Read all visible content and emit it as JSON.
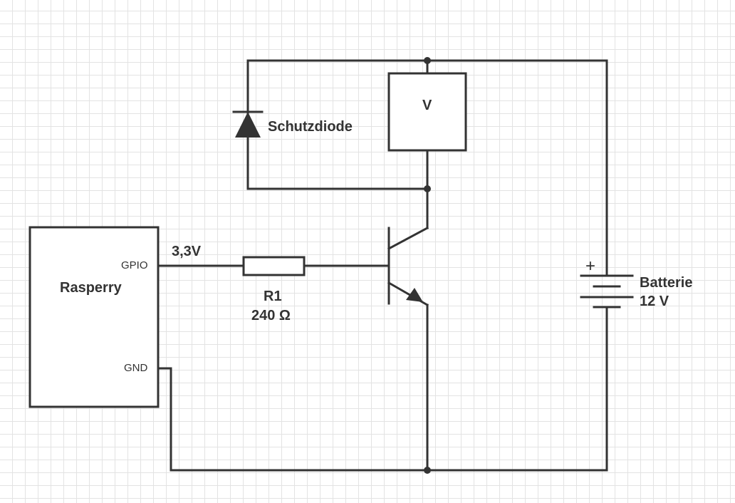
{
  "diagram": {
    "components": {
      "controller": {
        "name": "Rasperry",
        "pin_gpio": "GPIO",
        "pin_gnd": "GND"
      },
      "signal_voltage": "3,3V",
      "resistor": {
        "ref": "R1",
        "value": "240 Ω"
      },
      "diode": {
        "name": "Schutzdiode"
      },
      "load": {
        "name": "V"
      },
      "battery": {
        "name": "Batterie",
        "voltage": "12 V",
        "plus_sign": "+"
      }
    },
    "colors": {
      "line": "#333333",
      "grid": "#e3e3e3",
      "background": "#ffffff"
    }
  }
}
